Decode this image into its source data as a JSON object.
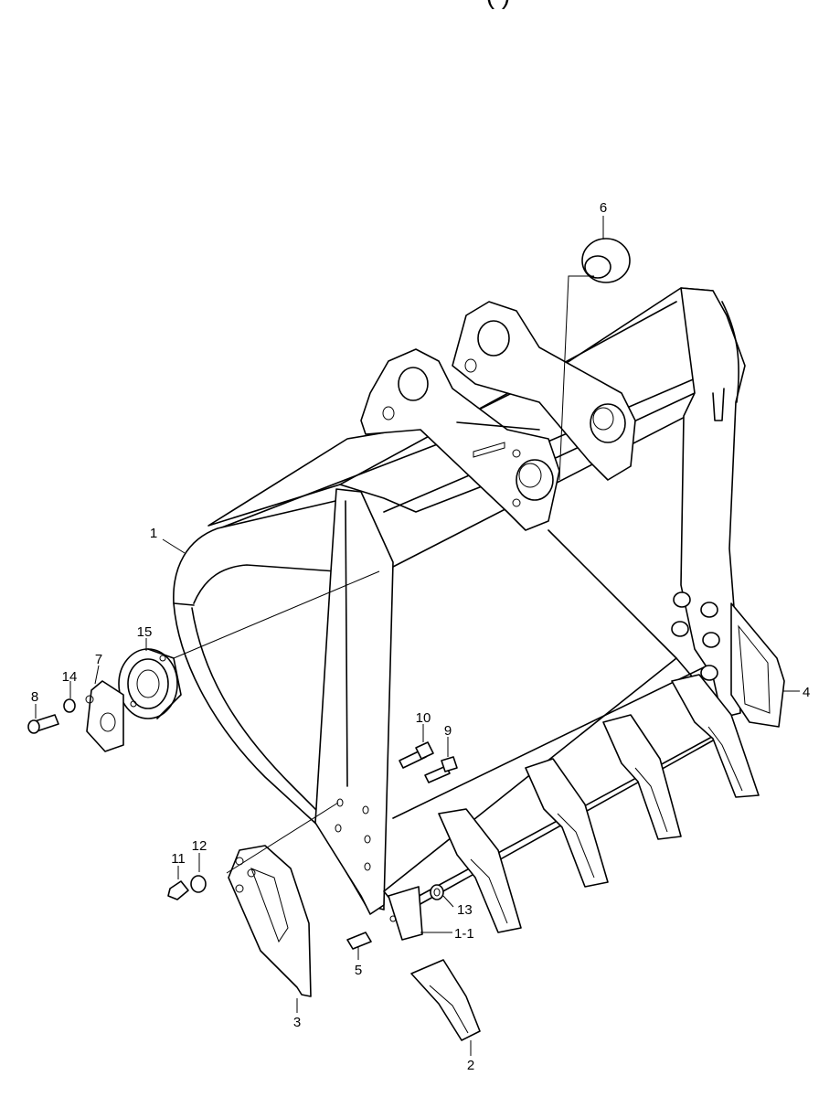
{
  "diagram": {
    "title_fragment": "(                              )",
    "callouts": [
      {
        "id": "c1",
        "label": "1"
      },
      {
        "id": "c1-1",
        "label": "1-1"
      },
      {
        "id": "c2",
        "label": "2"
      },
      {
        "id": "c3",
        "label": "3"
      },
      {
        "id": "c4",
        "label": "4"
      },
      {
        "id": "c5",
        "label": "5"
      },
      {
        "id": "c6",
        "label": "6"
      },
      {
        "id": "c7",
        "label": "7"
      },
      {
        "id": "c8",
        "label": "8"
      },
      {
        "id": "c9",
        "label": "9"
      },
      {
        "id": "c10",
        "label": "10"
      },
      {
        "id": "c11",
        "label": "11"
      },
      {
        "id": "c12",
        "label": "12"
      },
      {
        "id": "c13",
        "label": "13"
      },
      {
        "id": "c14",
        "label": "14"
      },
      {
        "id": "c15",
        "label": "15"
      }
    ]
  }
}
